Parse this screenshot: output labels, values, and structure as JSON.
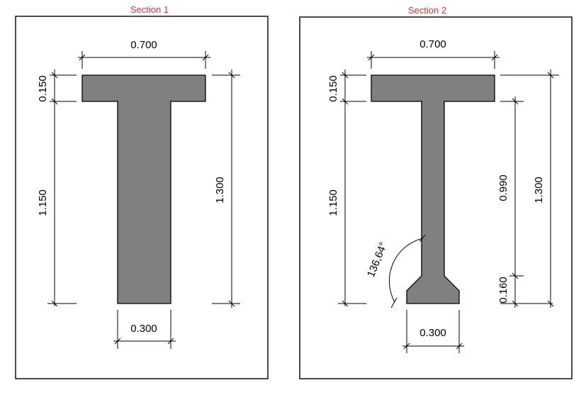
{
  "sections": [
    {
      "title": "Section 1",
      "dimensions": {
        "flange_width": "0.700",
        "flange_thickness": "0.150",
        "web_height": "1.150",
        "total_height": "1.300",
        "web_width": "0.300"
      }
    },
    {
      "title": "Section 2",
      "dimensions": {
        "flange_width": "0.700",
        "flange_thickness": "0.150",
        "web_height": "1.150",
        "total_height": "1.300",
        "web_straight_height": "0.990",
        "bulb_height": "0.160",
        "bottom_width": "0.300",
        "haunch_angle": "136,64°"
      }
    }
  ],
  "colors": {
    "title": "#d8333a",
    "fill": "#808080",
    "line": "#000000"
  }
}
